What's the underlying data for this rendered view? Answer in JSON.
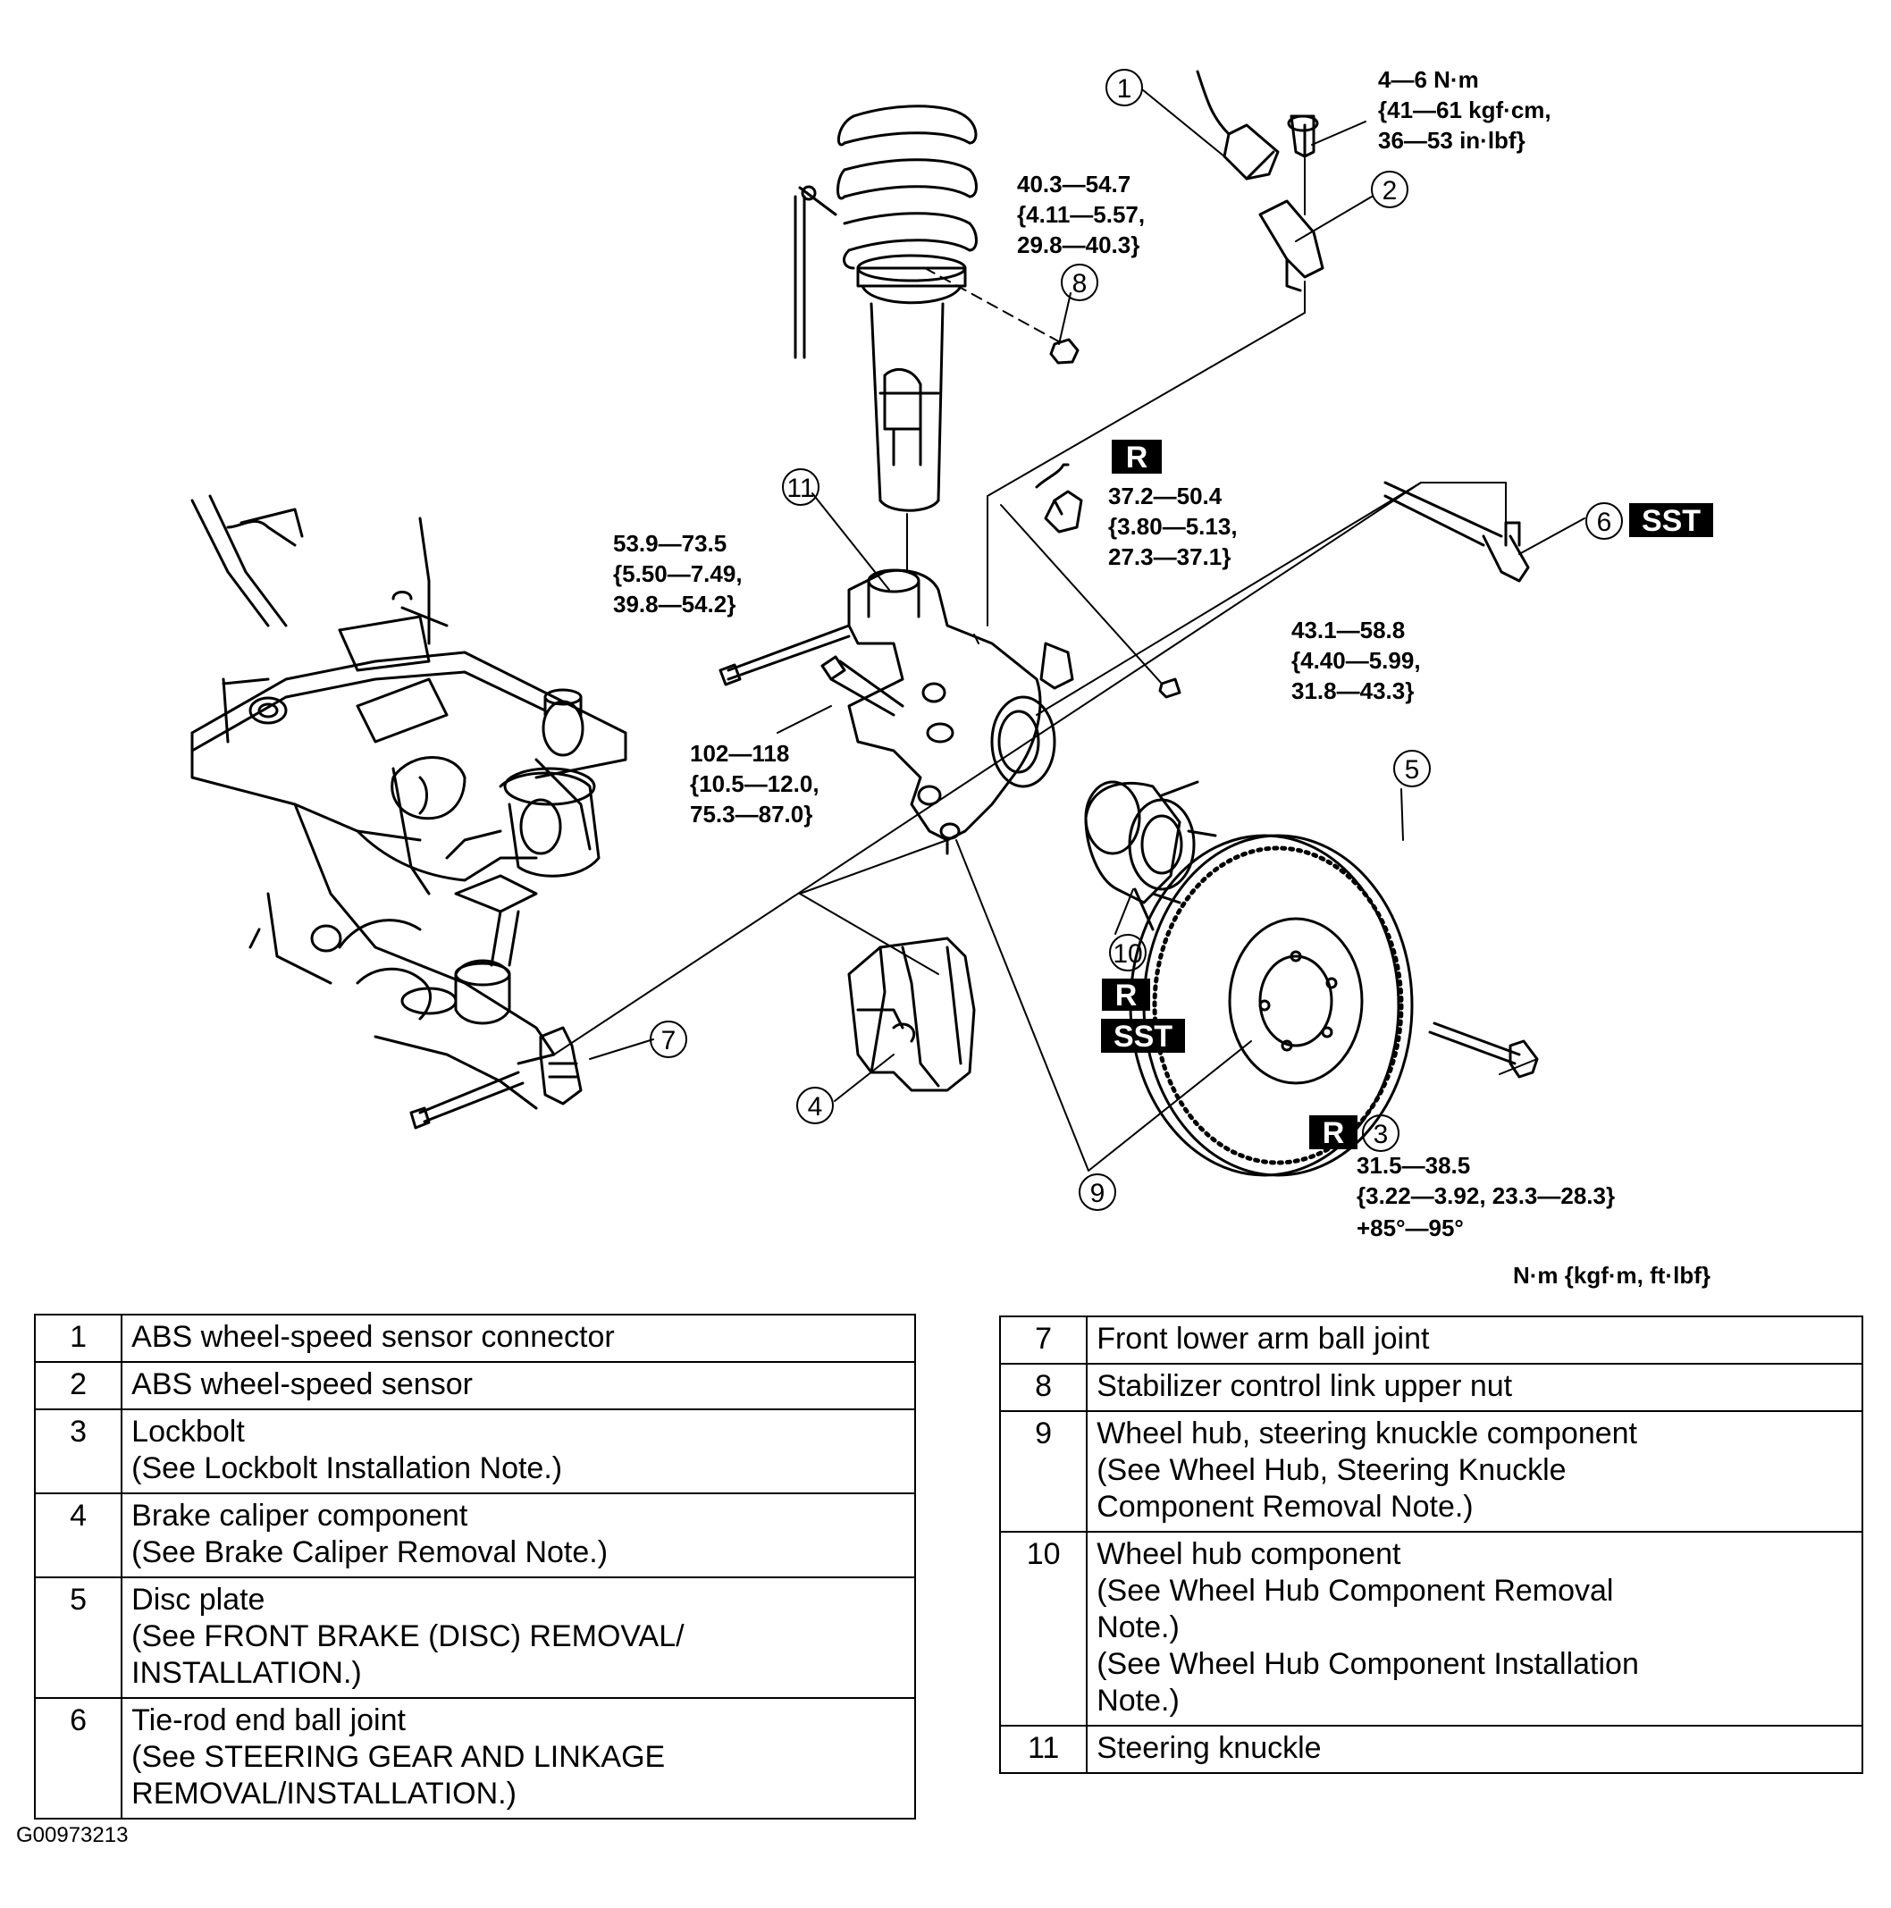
{
  "callouts": {
    "c1": "1",
    "c2": "2",
    "c3": "3",
    "c4": "4",
    "c5": "5",
    "c6": "6",
    "c7": "7",
    "c8": "8",
    "c9": "9",
    "c10": "10",
    "c11": "11"
  },
  "badges": {
    "r": "R",
    "sst": "SST"
  },
  "torques": {
    "sensor_bolt": [
      "4—6 N·m",
      "{41—61 kgf·cm,",
      "36—53 in·lbf}"
    ],
    "stabilizer_nut": [
      "40.3—54.7",
      "{4.11—5.57,",
      "29.8—40.3}"
    ],
    "tierod_nut": [
      "37.2—50.4",
      "{3.80—5.13,",
      "27.3—37.1}"
    ],
    "knuckle_bolt": [
      "53.9—73.5",
      "{5.50—7.49,",
      "39.8—54.2}"
    ],
    "balljoint_nut": [
      "43.1—58.8",
      "{4.40—5.99,",
      "31.8—43.3}"
    ],
    "caliper_bolt": [
      "102—118",
      "{10.5—12.0,",
      "75.3—87.0}"
    ],
    "lockbolt": [
      "31.5—38.5",
      "{3.22—3.92, 23.3—28.3}",
      "+85°—95°"
    ]
  },
  "units_label": "N·m {kgf·m, ft·lbf}",
  "parts_left": [
    {
      "num": "1",
      "desc": "ABS wheel-speed sensor connector"
    },
    {
      "num": "2",
      "desc": "ABS wheel-speed sensor"
    },
    {
      "num": "3",
      "desc": "Lockbolt\n(See Lockbolt Installation Note.)"
    },
    {
      "num": "4",
      "desc": "Brake caliper component\n (See Brake Caliper Removal Note.)"
    },
    {
      "num": "5",
      "desc": "Disc plate\n (See FRONT BRAKE (DISC) REMOVAL/\nINSTALLATION.)"
    },
    {
      "num": "6",
      "desc": "Tie-rod end ball joint\n (See STEERING GEAR AND LINKAGE\nREMOVAL/INSTALLATION.)"
    }
  ],
  "parts_right": [
    {
      "num": "7",
      "desc": "Front lower arm ball joint"
    },
    {
      "num": "8",
      "desc": "Stabilizer control link upper nut"
    },
    {
      "num": "9",
      "desc": "Wheel hub, steering knuckle component\n (See Wheel Hub, Steering Knuckle\nComponent Removal Note.)"
    },
    {
      "num": "10",
      "desc": "Wheel hub component\n (See Wheel Hub Component Removal\nNote.)\n (See Wheel Hub Component Installation\nNote.)"
    },
    {
      "num": "11",
      "desc": "Steering knuckle"
    }
  ],
  "figure_code": "G00973213"
}
